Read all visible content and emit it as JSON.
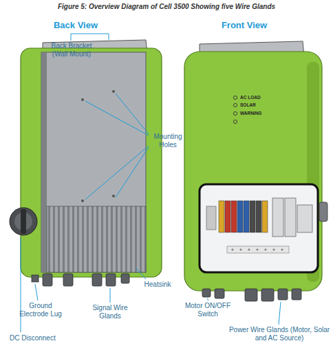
{
  "diagram": {
    "title": "Figure 5: Overview Diagram of Cell 3500 Showing five Wire Glands",
    "labels": [
      "Back View",
      "Front View",
      "Back Bracket (Wall Mount)",
      "Mounting Holes",
      "Heatsink",
      "Ground Electrode Lug",
      "Signal Wire Glands",
      "DC Disconnect",
      "AC LOAD",
      "SOLAR",
      "WARNING",
      "Motor ON/OFF Switch",
      "Power Wire Glands (Motor, Solar and AC Source)"
    ]
  }
}
